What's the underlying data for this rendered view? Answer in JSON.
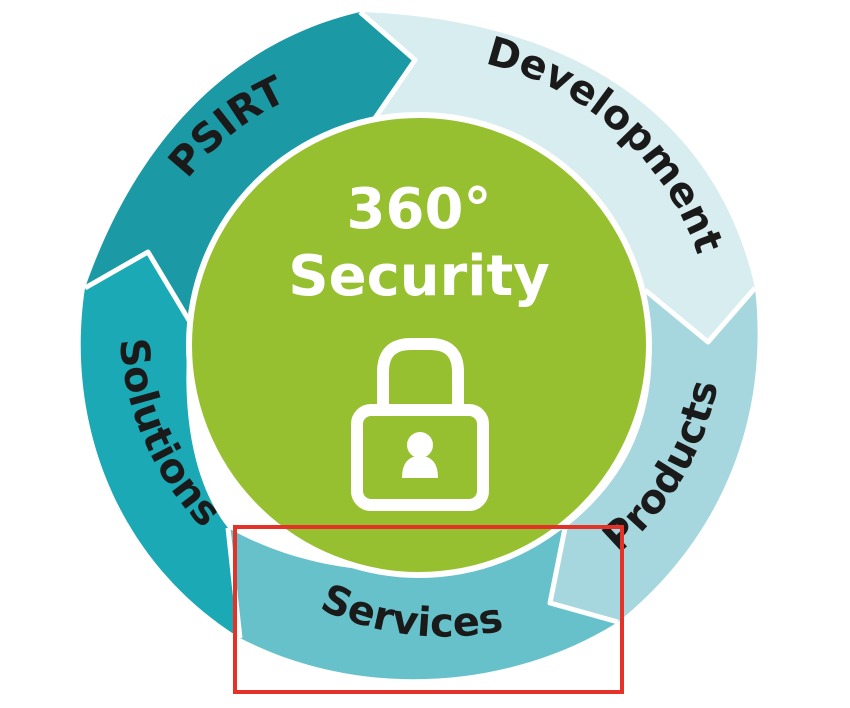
{
  "center": {
    "line1": "360°",
    "line2": "Security",
    "icon": "padlock-icon"
  },
  "segments": [
    {
      "key": "psirt",
      "label": "PSIRT",
      "color": "#1b9aa6"
    },
    {
      "key": "development",
      "label": "Development",
      "color": "#d8edf0"
    },
    {
      "key": "products",
      "label": "Products",
      "color": "#a7d7de"
    },
    {
      "key": "services",
      "label": "Services",
      "color": "#67c1ca"
    },
    {
      "key": "solutions",
      "label": "Solutions",
      "color": "#1aa9b5"
    }
  ],
  "colors": {
    "center_fill": "#97c031",
    "highlight": "#e53228"
  }
}
